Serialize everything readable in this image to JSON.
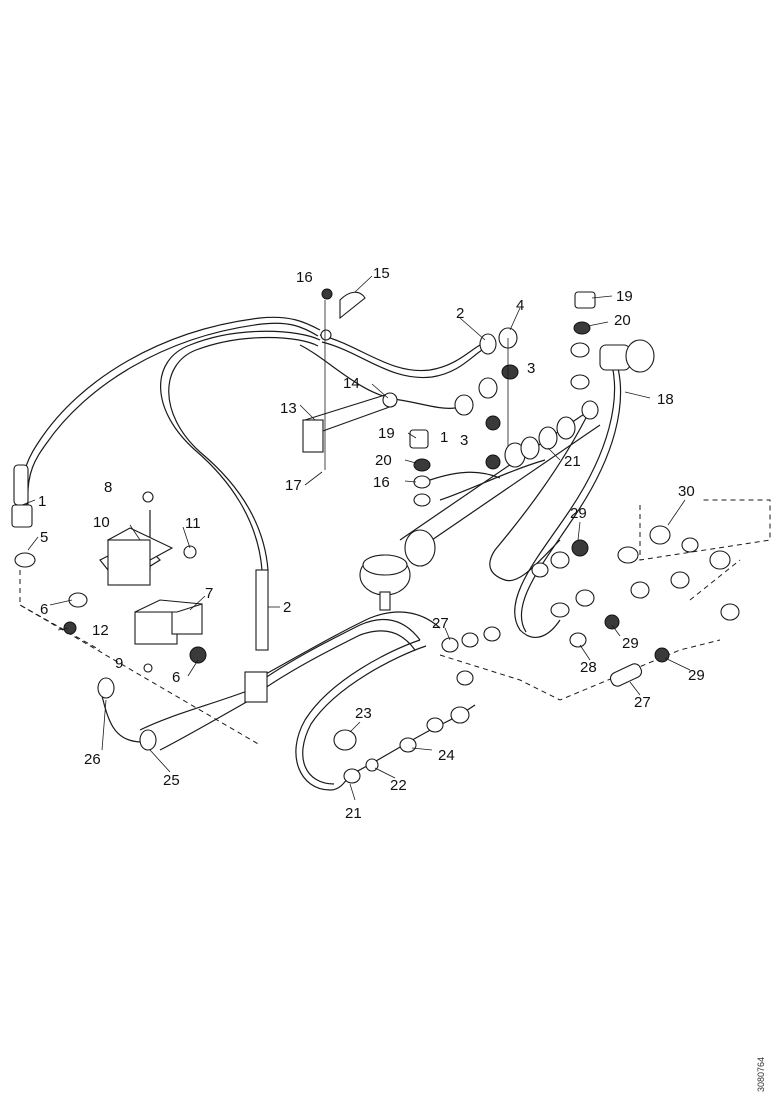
{
  "diagram": {
    "callouts": [
      "1",
      "2",
      "3",
      "4",
      "5",
      "6",
      "7",
      "8",
      "9",
      "10",
      "11",
      "12",
      "13",
      "14",
      "15",
      "16",
      "17",
      "18",
      "19",
      "20",
      "21",
      "22",
      "23",
      "24",
      "25",
      "26",
      "27",
      "28",
      "29",
      "30"
    ],
    "reference_code": "3080764"
  }
}
